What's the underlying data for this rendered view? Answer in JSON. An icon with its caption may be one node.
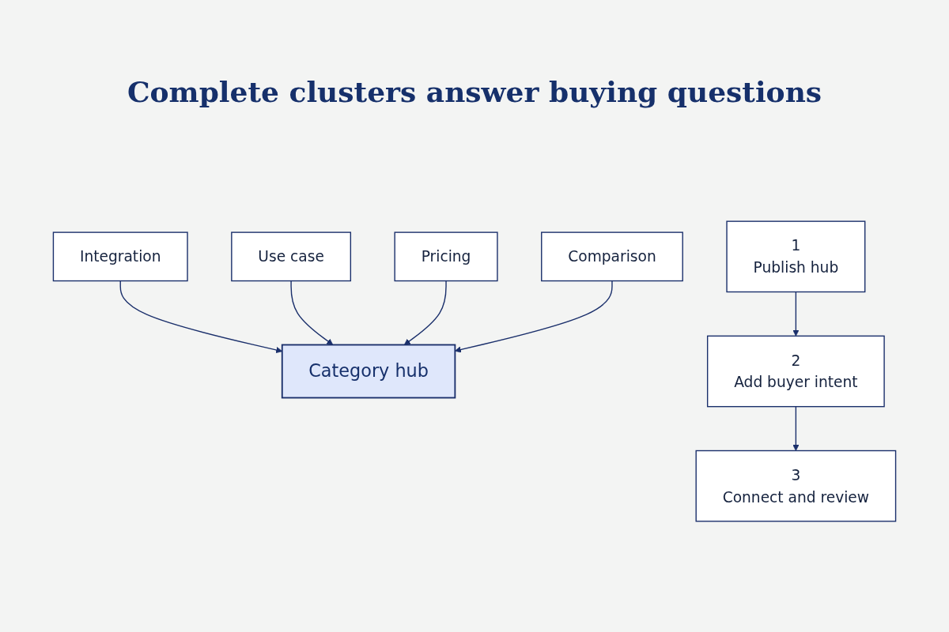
{
  "diagram": {
    "title": "Complete clusters answer buying questions",
    "nodes": [
      {
        "text": [
          "Integration"
        ]
      },
      {
        "text": [
          "Use case"
        ]
      },
      {
        "text": [
          "Category hub"
        ]
      },
      {
        "text": [
          "Pricing"
        ]
      },
      {
        "text": [
          "Comparison"
        ]
      },
      {
        "text": [
          "1",
          "Publish hub"
        ]
      },
      {
        "text": [
          "2",
          "Add buyer intent"
        ]
      },
      {
        "text": [
          "3",
          "Connect and review"
        ]
      }
    ],
    "edges": [
      {
        "from": 0,
        "to": 2,
        "arrow": "to"
      },
      {
        "from": 1,
        "to": 2,
        "arrow": "to"
      },
      {
        "from": 3,
        "to": 2,
        "arrow": "to"
      },
      {
        "from": 4,
        "to": 2,
        "arrow": "to"
      },
      {
        "from": 5,
        "to": 6,
        "arrow": "to"
      },
      {
        "from": 6,
        "to": 7,
        "arrow": "to"
      }
    ]
  }
}
